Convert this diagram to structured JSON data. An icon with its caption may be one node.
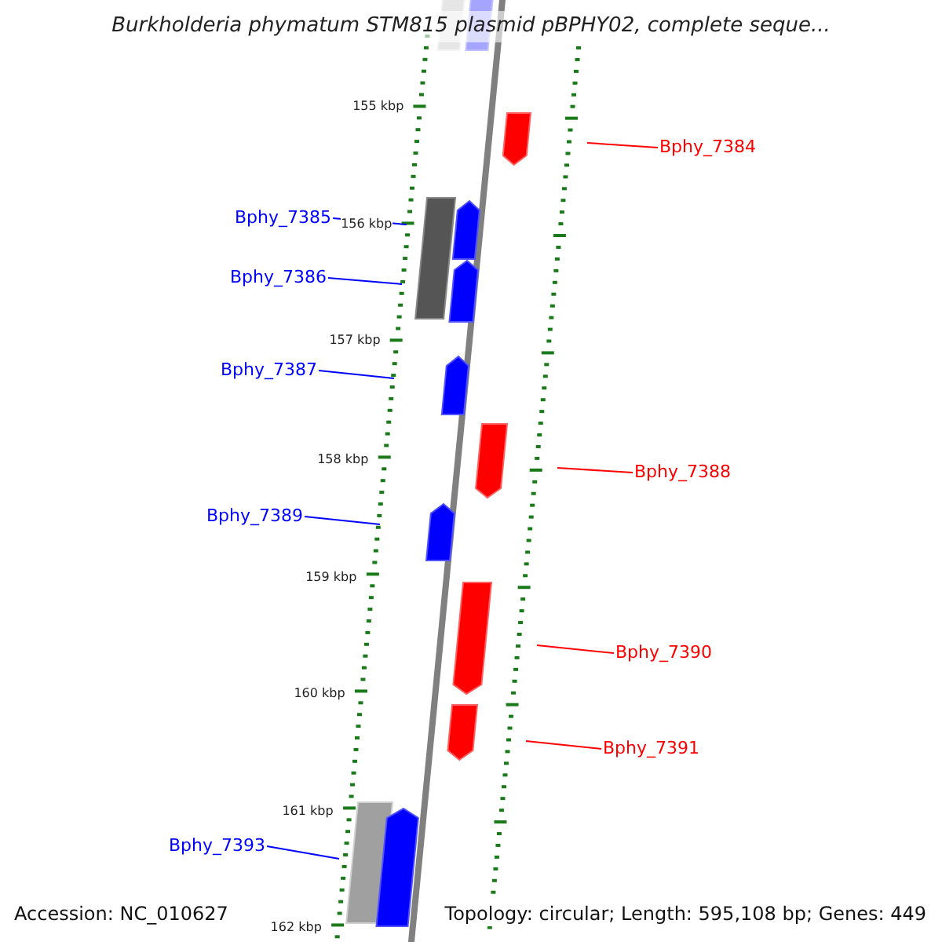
{
  "diagram": {
    "title": "Burkholderia phymatum STM815 plasmid pBPHY02, complete seque...",
    "nodes": [
      {
        "text": [
          "Bphy_7384"
        ]
      },
      {
        "text": [
          "Bphy_7385"
        ]
      },
      {
        "text": [
          "Bphy_7386"
        ]
      },
      {
        "text": [
          "Bphy_7387"
        ]
      },
      {
        "text": [
          "Bphy_7388"
        ]
      },
      {
        "text": [
          "Bphy_7389"
        ]
      },
      {
        "text": [
          "Bphy_7390"
        ]
      },
      {
        "text": [
          "Bphy_7391"
        ]
      },
      {
        "text": [
          "Bphy_7393"
        ]
      }
    ],
    "edges": [
      {
        "from": 0,
        "to": null,
        "arrow": "none",
        "color": "#ff0000"
      },
      {
        "from": 1,
        "to": null,
        "arrow": "none"
      },
      {
        "from": 2,
        "to": null,
        "arrow": "none"
      },
      {
        "from": 3,
        "to": null,
        "arrow": "none"
      },
      {
        "from": 4,
        "to": null,
        "arrow": "none",
        "color": "#ff0000"
      },
      {
        "from": 5,
        "to": null,
        "arrow": "none"
      },
      {
        "from": 6,
        "to": null,
        "arrow": "none",
        "color": "#ff0000"
      },
      {
        "from": 7,
        "to": null,
        "arrow": "none",
        "color": "#ff0000"
      },
      {
        "from": 8,
        "to": null,
        "arrow": "none"
      }
    ],
    "labels": [
      "155 kbp",
      "156 kbp",
      "157 kbp",
      "158 kbp",
      "159 kbp",
      "160 kbp",
      "161 kbp",
      "162 kbp",
      "Accession: NC_010627",
      "Topology: circular; Length: 595,108 bp; Genes: 449"
    ]
  }
}
